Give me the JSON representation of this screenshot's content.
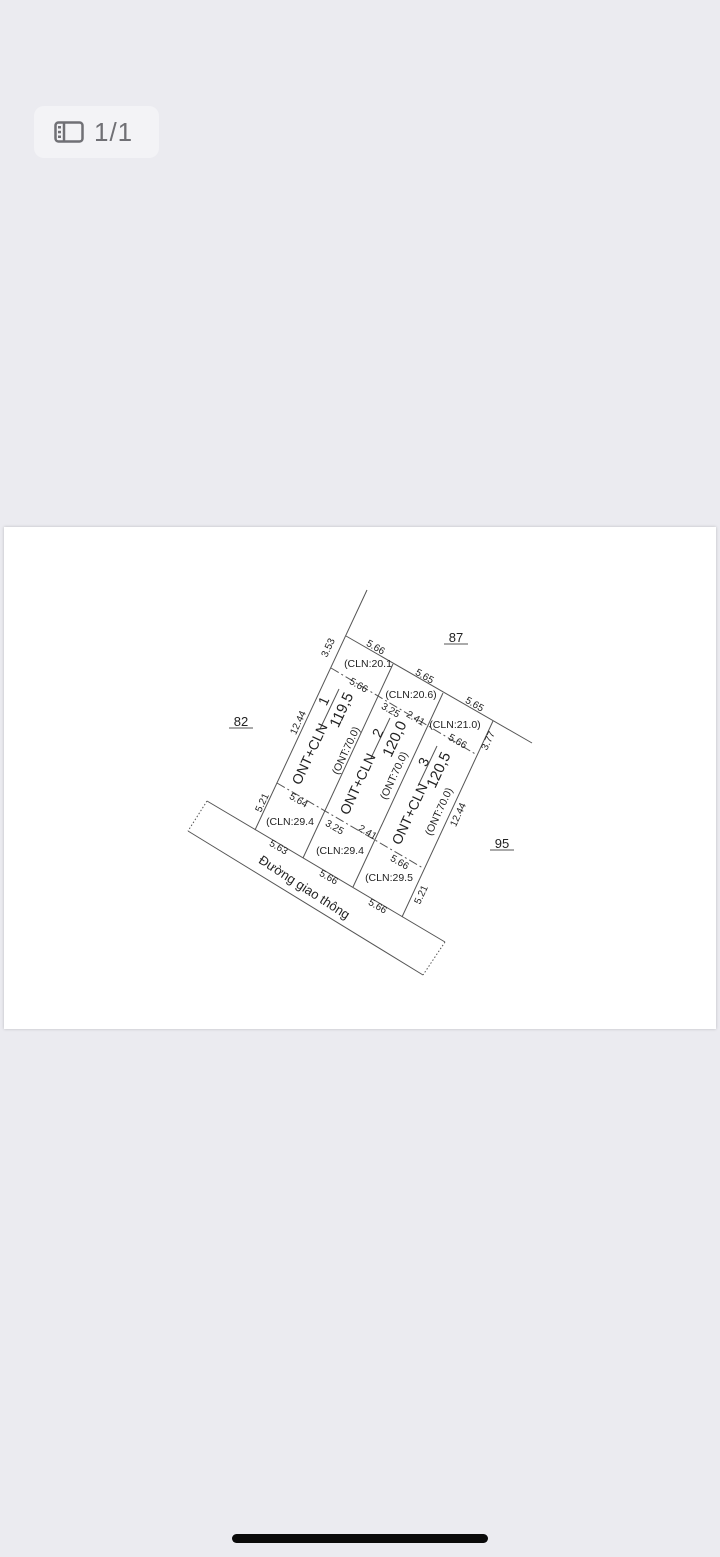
{
  "viewer": {
    "page_indicator": "1/1",
    "page_indicator_icon": "sidebar-thumbnails-icon"
  },
  "map": {
    "neighbors": {
      "north": "87",
      "west": "82",
      "east": "95"
    },
    "road_label": "Đường giao thông",
    "edges": {
      "top_1": "5.66",
      "top_2": "5.65",
      "top_3": "5.65",
      "left_top": "3.53",
      "left_mid": "12.44",
      "left_bottom": "5.21",
      "right_top": "3.77",
      "right_mid": "12.44",
      "right_bottom": "5.21",
      "inner_top_1": "5.66",
      "inner_top_2a": "3.25",
      "inner_top_2b": "2.41",
      "inner_top_3": "5.66",
      "inner_bottom_1": "5.64",
      "inner_bottom_2a": "3.25",
      "inner_bottom_2b": "2.41",
      "inner_bottom_3": "5.66",
      "road_1": "5.63",
      "road_2": "5.66",
      "road_3": "5.66"
    },
    "cln_labels": {
      "top_1": "(CLN:20.1",
      "top_2": "(CLN:20.6)",
      "top_3": "(CLN:21.0)",
      "bottom_1": "(CLN:29.4",
      "bottom_2": "(CLN:29.4",
      "bottom_3": "(CLN:29.5"
    },
    "plots": [
      {
        "number": "1",
        "type": "ONT+CLN",
        "area": "119,5",
        "ont": "(ONT:70.0)"
      },
      {
        "number": "2",
        "type": "ONT+CLN",
        "area": "120,0",
        "ont": "(ONT:70.0)"
      },
      {
        "number": "3",
        "type": "ONT+CLN",
        "area": "120,5",
        "ont": "(ONT:70.0)"
      }
    ]
  }
}
